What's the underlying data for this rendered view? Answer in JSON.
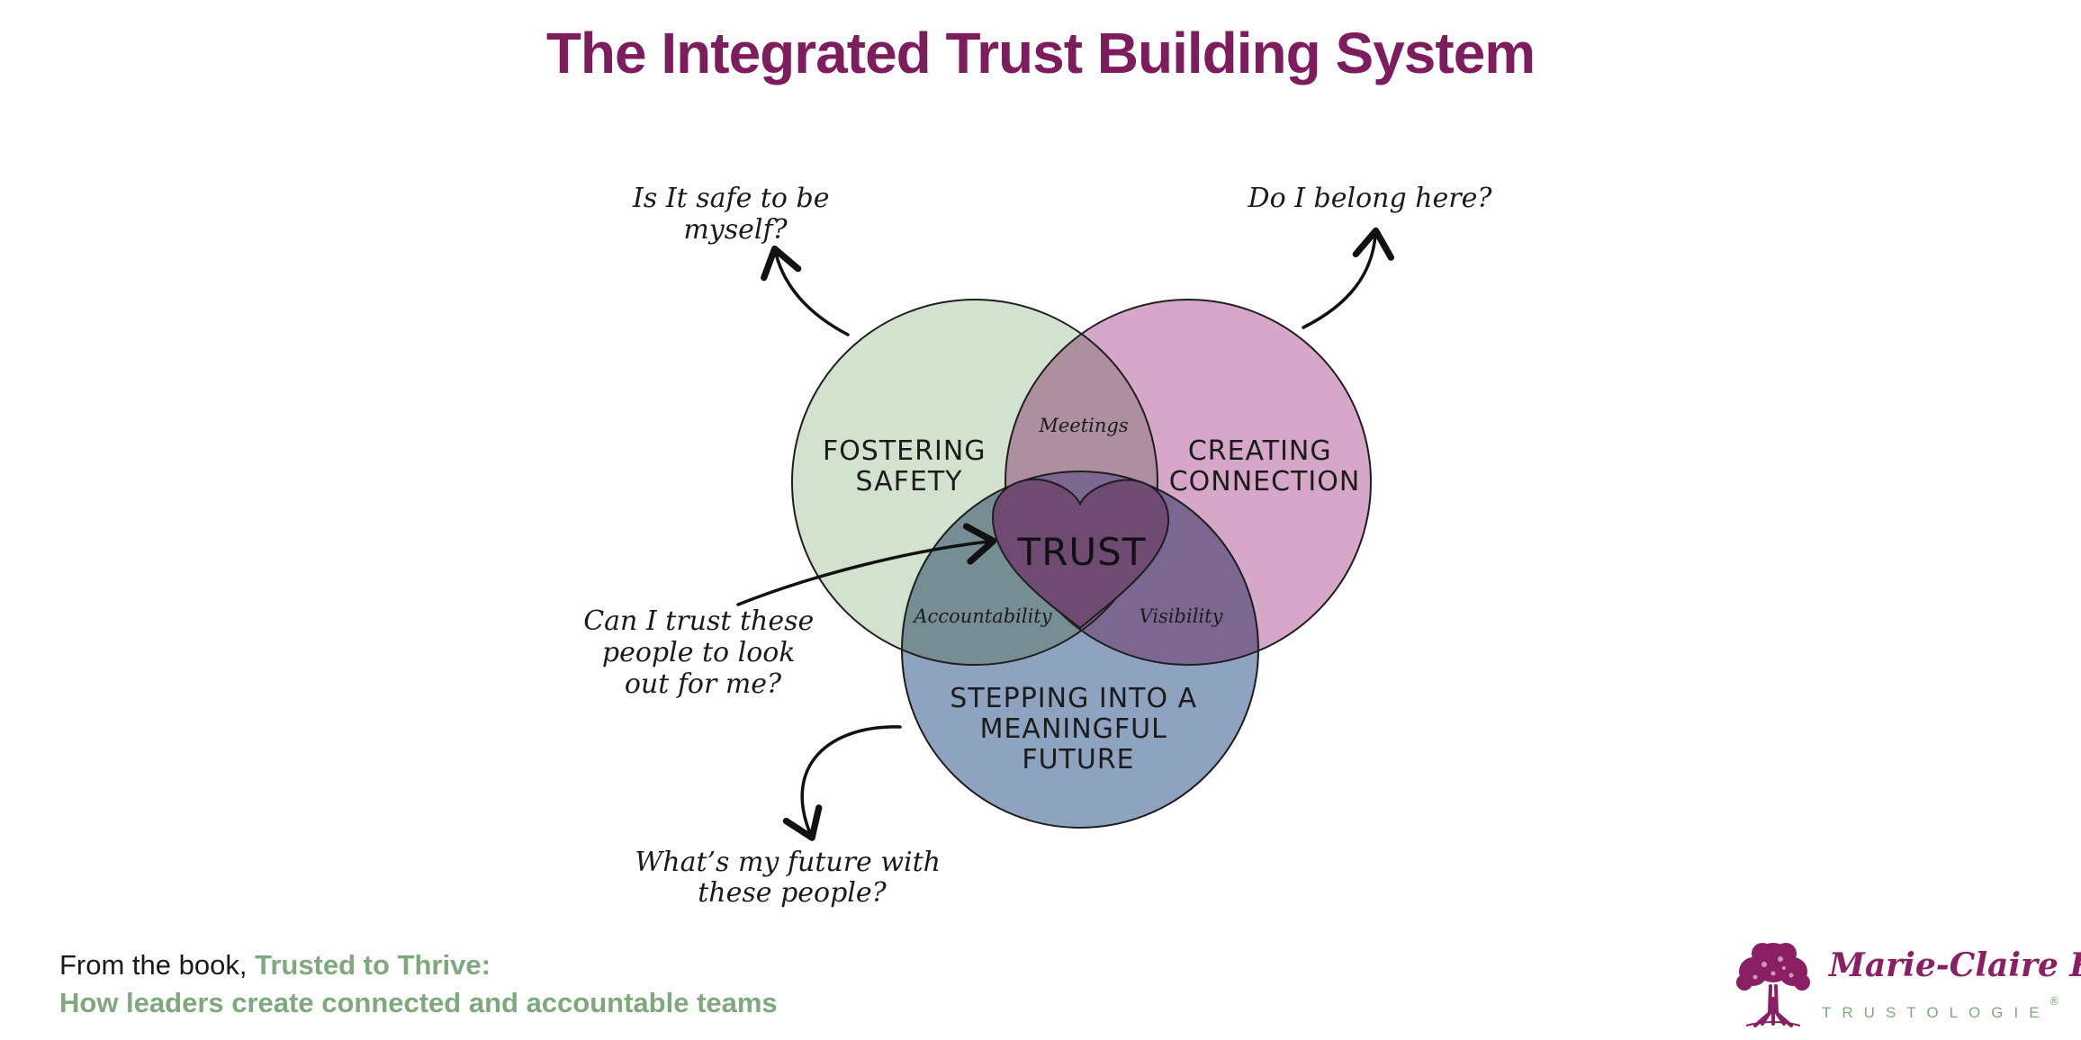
{
  "title": "The Integrated Trust Building System",
  "colors": {
    "title": "#7d1d5e",
    "safety": "#d3e2cf",
    "connection": "#d6a7c8",
    "future": "#8ea3bf",
    "overlap_safety_connection": "#ad8f9f",
    "overlap_safety_future": "#758d93",
    "overlap_connection_future": "#7b6790",
    "trust_heart": "#6f4a72",
    "book_green": "#7fa97c"
  },
  "circles": {
    "safety": [
      "FOSTERING",
      "SAFETY"
    ],
    "connection": [
      "CREATING",
      "CONNECTION"
    ],
    "future": [
      "STEPPING INTO A",
      "MEANINGFUL",
      "FUTURE"
    ]
  },
  "overlaps": {
    "safety_connection": "Meetings",
    "safety_future": "Accountability",
    "connection_future": "Visibility"
  },
  "center": "TRUST",
  "questions": {
    "safety": [
      "Is It safe to be",
      "myself?"
    ],
    "connection": [
      "Do I belong here?"
    ],
    "trust": [
      "Can I trust these",
      "people to look",
      "out for me?"
    ],
    "future": [
      "What’s my future with",
      "these people?"
    ]
  },
  "footer": {
    "lead": "From the book, ",
    "book_title": "Trusted to Thrive:",
    "book_subtitle": "How leaders create connected and accountable teams"
  },
  "logo": {
    "name": "Marie-Claire Ross",
    "tagline": "TRUSTOLOGIE",
    "registered": "®",
    "icon": "tree-icon"
  }
}
